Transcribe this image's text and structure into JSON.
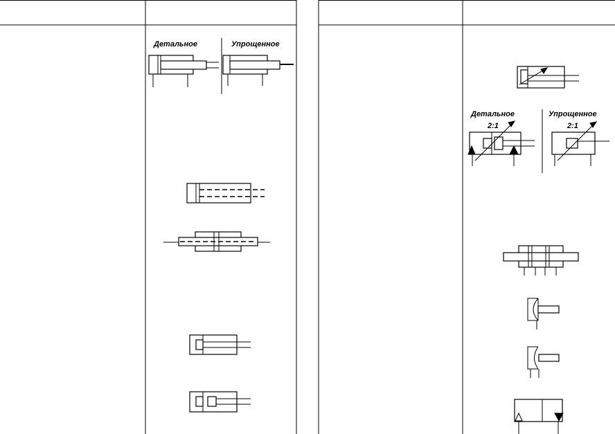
{
  "labels": {
    "detailed_top": "Детальное",
    "simplified_top": "Упрощенное",
    "detailed_mid": "Детальное",
    "simplified_mid": "Упрощенное",
    "ratio_left": "2:1",
    "ratio_right": "2:1"
  },
  "colors": {
    "line": "#000000",
    "background": "#ffffff"
  },
  "icons": [
    "single-acting-cylinder-icon",
    "simplified-cylinder-icon",
    "telescopic-cylinder-icon",
    "double-rod-cylinder-icon",
    "cushioned-cylinder-icon",
    "adjustable-stroke-cylinder-icon",
    "tandem-cylinder-icon",
    "diaphragm-cylinder-icon",
    "pneumatic-hydraulic-converter-icon"
  ]
}
